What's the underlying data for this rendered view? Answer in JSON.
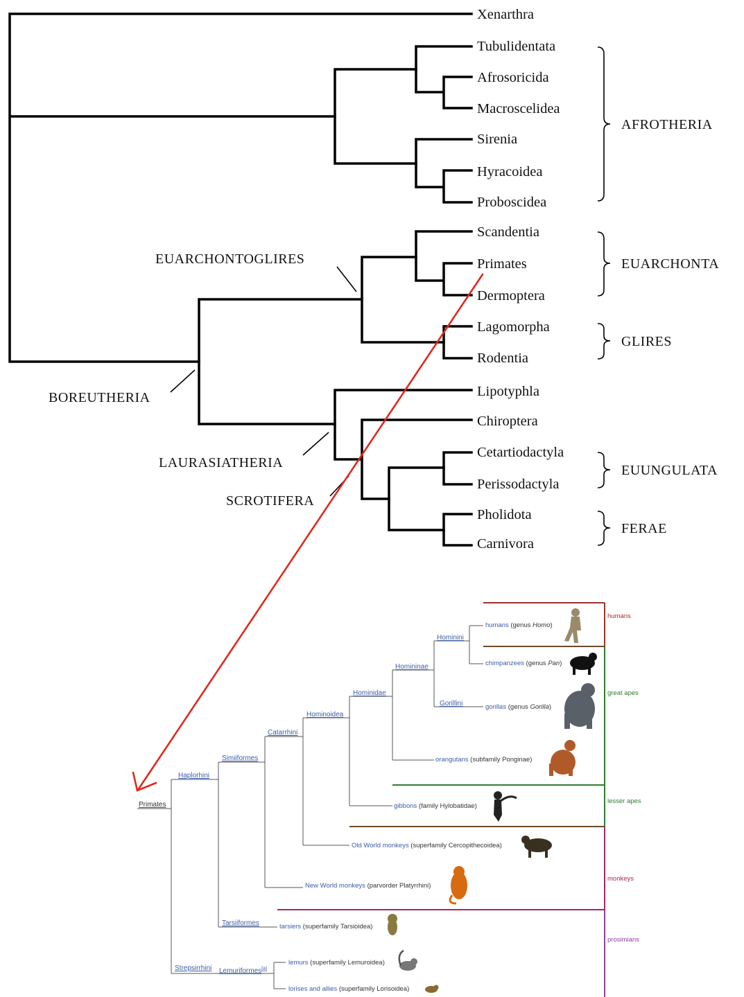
{
  "mammal_tree": {
    "taxa": {
      "xenarthra": "Xenarthra",
      "tubulidentata": "Tubulidentata",
      "afrosoricida": "Afrosoricida",
      "macroscelidea": "Macroscelidea",
      "sirenia": "Sirenia",
      "hyracoidea": "Hyracoidea",
      "proboscidea": "Proboscidea",
      "scandentia": "Scandentia",
      "primates": "Primates",
      "dermoptera": "Dermoptera",
      "lagomorpha": "Lagomorpha",
      "rodentia": "Rodentia",
      "lipotyphla": "Lipotyphla",
      "chiroptera": "Chiroptera",
      "cetartiodactyla": "Cetartiodactyla",
      "perissodactyla": "Perissodactyla",
      "pholidota": "Pholidota",
      "carnivora": "Carnivora"
    },
    "clades": {
      "euarchontoglires": "EUARCHONTOGLIRES",
      "boreutheria": "BOREUTHERIA",
      "laurasiatheria": "LAURASIATHERIA",
      "scrotifera": "SCROTIFERA"
    },
    "groups": {
      "afrotheria": "AFROTHERIA",
      "euarchonta": "EUARCHONTA",
      "glires": "GLIRES",
      "euungulata": "EUUNGULATA",
      "ferae": "FERAE"
    }
  },
  "primate_tree": {
    "nodes": {
      "primates": "Primates",
      "haplorhini": "Haplorhini",
      "simiiformes": "Simiiformes",
      "catarrhini": "Catarrhini",
      "hominoidea": "Hominoidea",
      "hominidae": "Hominidae",
      "homininae": "Homininae",
      "hominini": "Hominini",
      "gorillini": "Gorillini",
      "tarsiiformes": "Tarsiiformes",
      "strepsirrhini": "Strepsirrhini",
      "lemuriformes": "Lemuriformes",
      "lemuriformes_note": "[a]"
    },
    "leaves": {
      "humans": {
        "name": "humans",
        "detail": " (genus ",
        "genus": "Homo",
        "close": ")"
      },
      "chimpanzees": {
        "name": "chimpanzees",
        "detail": " (genus ",
        "genus": "Pan",
        "close": ")"
      },
      "gorillas": {
        "name": "gorillas",
        "detail": " (genus ",
        "genus": "Gorilla",
        "close": ")"
      },
      "orangutans": {
        "name": "orangutans",
        "detail": " (subfamily Ponginae)"
      },
      "gibbons": {
        "name": "gibbons",
        "detail": " (family Hylobatidae)"
      },
      "old_world": {
        "name": "Old World monkeys",
        "detail": " (superfamily Cercopithecoidea)"
      },
      "new_world": {
        "name": "New World monkeys",
        "detail": " (parvorder Platyrrhini)"
      },
      "tarsiers": {
        "name": "tarsiers",
        "detail": " (superfamily Tarsioidea)"
      },
      "lemurs": {
        "name": "lemurs",
        "detail": " (superfamily Lemuroidea)"
      },
      "lorises": {
        "name": "lorises and allies",
        "detail": " (superfamily Lorisoidea)"
      }
    },
    "categories": {
      "humans": "humans",
      "great_apes": "great apes",
      "lesser_apes": "lesser apes",
      "monkeys": "monkeys",
      "prosimians": "prosimians"
    }
  },
  "colors": {
    "tree_line": "#000000",
    "arrow": "#e0281e",
    "link": "#3b5da7",
    "humans_band": "#a0302a",
    "apes_band": "#2e7d2e",
    "brown_band": "#6b4a2a",
    "monkeys_band": "#a82563",
    "prosimians_band": "#8e3fa0"
  }
}
